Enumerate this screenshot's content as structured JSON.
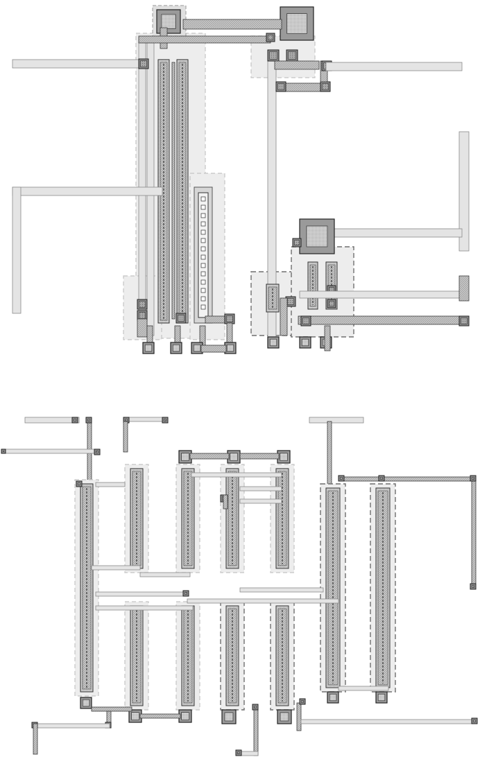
{
  "figure": {
    "panels": [
      {
        "id": "top-layout",
        "kind": "analog-circuit-layout",
        "labels": []
      },
      {
        "id": "bottom-layout",
        "kind": "analog-circuit-layout",
        "labels": []
      }
    ]
  },
  "colors": {
    "background": "#ffffff",
    "metal": "#b9b9b9",
    "metal_stroke": "#3a3a3a",
    "diffusion": "#9c9c9c",
    "well": "#ededed",
    "well_stroke": "#c4c4c4",
    "pad": "#8c8c8c",
    "guard_dash": "#6e6e6e"
  },
  "layers": [
    "metal",
    "diffusion",
    "poly",
    "contact",
    "well",
    "guard-ring"
  ]
}
